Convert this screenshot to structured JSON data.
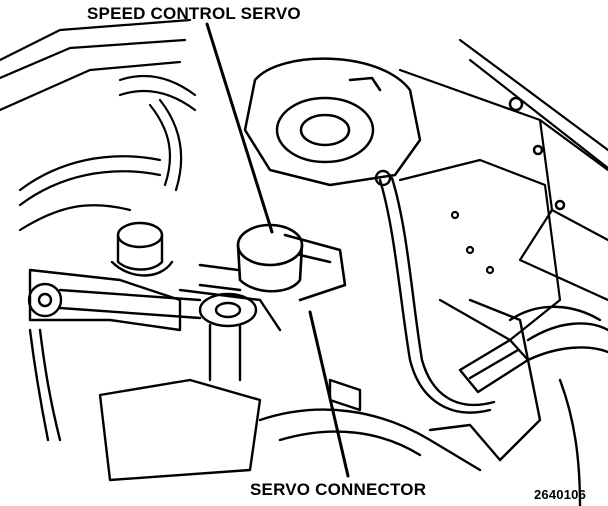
{
  "labels": {
    "speed_control_servo": "SPEED CONTROL SERVO",
    "servo_connector": "SERVO CONNECTOR"
  },
  "figure_number": "2640106",
  "colors": {
    "ink": "#000000",
    "paper": "#ffffff"
  }
}
